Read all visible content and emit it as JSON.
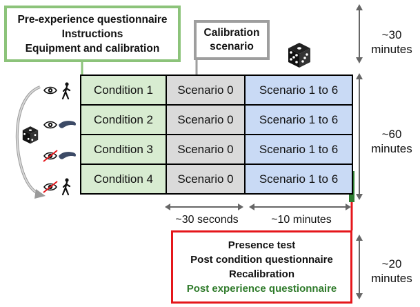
{
  "pre_box": {
    "line1": "Pre-experience questionnaire",
    "line2": "Instructions",
    "line3": "Equipment and calibration"
  },
  "calibration_box": {
    "line1": "Calibration",
    "line2": "scenario"
  },
  "rows": [
    {
      "condition": "Condition 1",
      "scenario0": "Scenario 0",
      "scenarios": "Scenario 1 to 6",
      "icons": [
        "eye-icon",
        "walking-person-icon"
      ]
    },
    {
      "condition": "Condition 2",
      "scenario0": "Scenario 0",
      "scenarios": "Scenario 1 to 6",
      "icons": [
        "eye-icon",
        "arm-icon"
      ]
    },
    {
      "condition": "Condition 3",
      "scenario0": "Scenario 0",
      "scenarios": "Scenario 1 to 6",
      "icons": [
        "eye-crossed-icon",
        "arm-icon"
      ]
    },
    {
      "condition": "Condition 4",
      "scenario0": "Scenario 0",
      "scenarios": "Scenario 1 to 6",
      "icons": [
        "eye-crossed-icon",
        "walking-person-icon"
      ]
    }
  ],
  "durations": {
    "top": [
      "~30",
      "minutes"
    ],
    "middle": [
      "~60",
      "minutes"
    ],
    "bottom": [
      "~20",
      "minutes"
    ],
    "scenario0": "~30 seconds",
    "scenarios": "~10 minutes"
  },
  "post_box": {
    "line1": "Presence test",
    "line2": "Post condition questionnaire",
    "line3": "Recalibration",
    "line4": "Post experience questionnaire"
  },
  "colors": {
    "green_border": "#8cc37a",
    "gray_border": "#9e9e9e",
    "red_border": "#e5161b",
    "condition_fill": "#d8ecd1",
    "scenario0_fill": "#dadada",
    "scenarios_fill": "#c9daf5",
    "green_text": "#2f7b2b"
  }
}
